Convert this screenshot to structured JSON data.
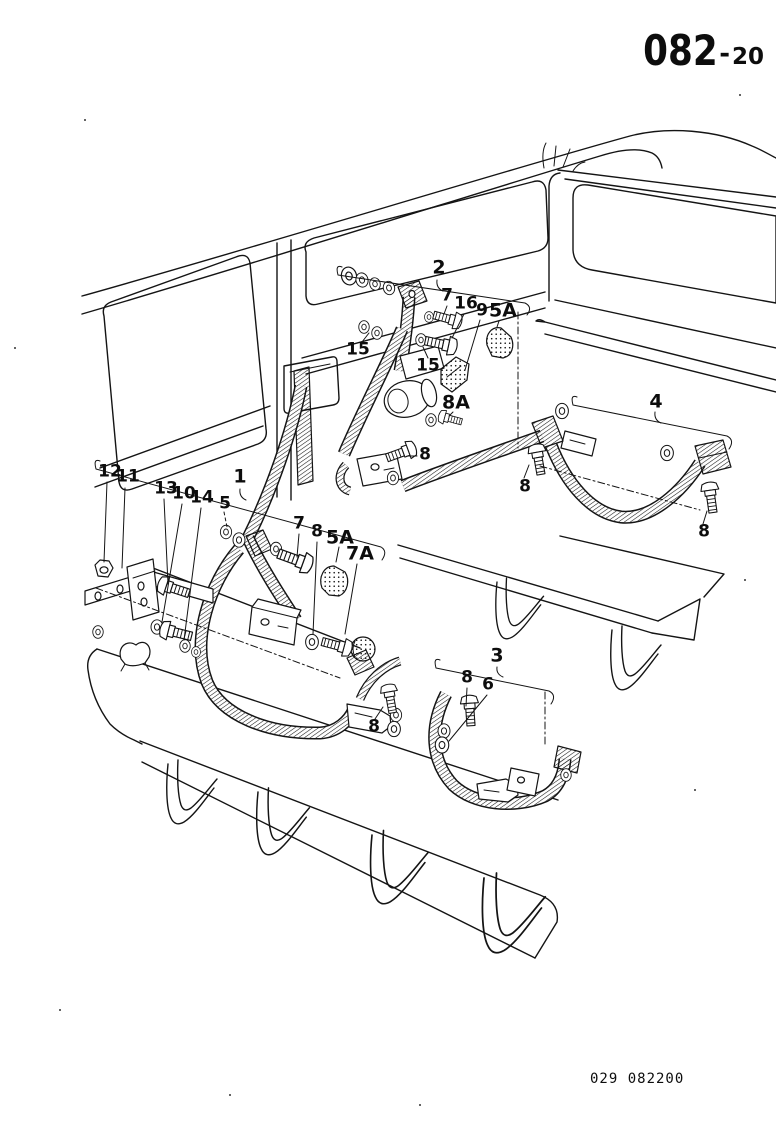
{
  "page": {
    "header": {
      "section_code": "082",
      "separator": "-",
      "page_number": "20"
    },
    "footer": {
      "document_code": "029 082200"
    }
  },
  "diagram": {
    "callouts": [
      {
        "label": "2"
      },
      {
        "label": "7"
      },
      {
        "label": "16"
      },
      {
        "label": "9"
      },
      {
        "label": "5A"
      },
      {
        "label": "15"
      },
      {
        "label": "15"
      },
      {
        "label": "8A"
      },
      {
        "label": "8"
      },
      {
        "label": "4"
      },
      {
        "label": "8"
      },
      {
        "label": "8"
      },
      {
        "label": "12"
      },
      {
        "label": "11"
      },
      {
        "label": "13"
      },
      {
        "label": "10"
      },
      {
        "label": "14"
      },
      {
        "label": "5"
      },
      {
        "label": "1"
      },
      {
        "label": "7"
      },
      {
        "label": "8"
      },
      {
        "label": "5A"
      },
      {
        "label": "7A"
      },
      {
        "label": "3"
      },
      {
        "label": "8"
      },
      {
        "label": "6"
      },
      {
        "label": "8"
      }
    ]
  }
}
